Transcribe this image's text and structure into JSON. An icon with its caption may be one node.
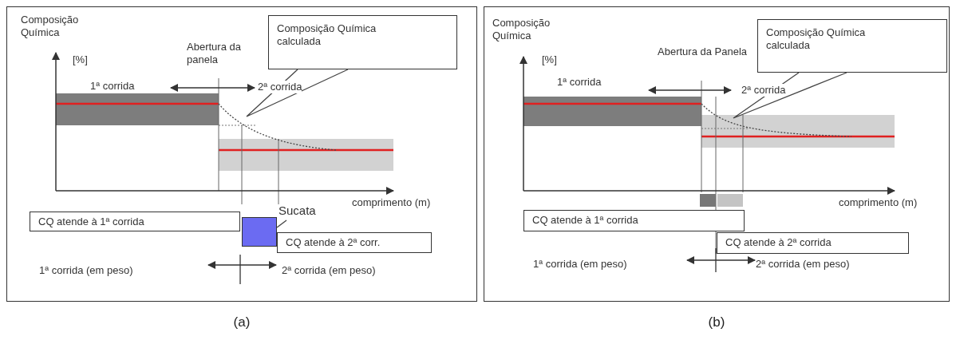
{
  "diagram": {
    "nodes": [
      {
        "text": [],
        "shape": "box",
        "beside": [
          "(a)"
        ]
      },
      {
        "text": [
          "Composição Química calculada"
        ],
        "in": 0
      },
      {
        "text": [
          "CQ atende à 1ª corrida"
        ],
        "in": 0
      },
      {
        "text": [],
        "shape": "box",
        "in": 0
      },
      {
        "text": [
          "Sucata"
        ],
        "in": 0
      },
      {
        "text": [
          "CQ atende à 2ª corr."
        ],
        "in": 0
      },
      {
        "text": [],
        "shape": "box",
        "beside": [
          "(b)"
        ]
      },
      {
        "text": [
          "Composição Química calculada"
        ],
        "in": 6
      },
      {
        "text": [
          "CQ atende à 1ª corrida"
        ],
        "in": 6
      },
      {
        "text": [
          "CQ atende à 2ª corrida"
        ],
        "in": 6
      }
    ],
    "edges": [
      {
        "from": 1,
        "to": null,
        "arrow": "none"
      },
      {
        "from": 4,
        "to": 3,
        "arrow": "none"
      },
      {
        "from": 7,
        "to": null,
        "arrow": "none"
      }
    ],
    "labels": [
      "Composição Química",
      "[%]",
      "Abertura da panela",
      "1ª corrida",
      "2ª corrida",
      "comprimento (m)",
      "1ª corrida (em peso)",
      "2ª corrida (em peso)",
      "Composição Química",
      "[%]",
      "Abertura da Panela",
      "1ª corrida",
      "2ª corrida",
      "comprimento (m)",
      "1ª corrida (em peso)",
      "2ª corrida (em peso)"
    ]
  }
}
